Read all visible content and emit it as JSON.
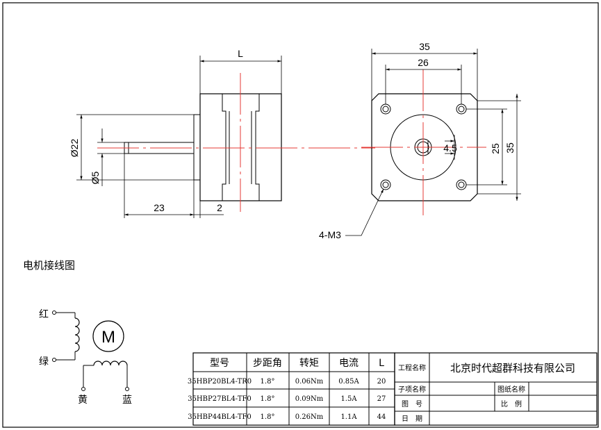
{
  "dimensions": {
    "length": "L",
    "shaft_len": "23",
    "flange_len": "2",
    "dia_boss": "Ø22",
    "dia_shaft": "Ø5",
    "width_outer": "35",
    "hole_spacing_h": "26",
    "hole_spacing_v": "25",
    "height_outer": "35",
    "flat": "4.5",
    "holes": "4-M3"
  },
  "wiring": {
    "title": "电机接线图",
    "motor": "M",
    "red": "红",
    "green": "绿",
    "yellow": "黄",
    "blue": "蓝"
  },
  "spec_table": {
    "headers": [
      "型号",
      "步距角",
      "转矩",
      "电流",
      "L"
    ],
    "rows": [
      [
        "35HBP20BL4-TR0",
        "1.8°",
        "0.06Nm",
        "0.85A",
        "20"
      ],
      [
        "35HBP27BL4-TF0",
        "1.8°",
        "0.09Nm",
        "1.5A",
        "27"
      ],
      [
        "35HBP44BL4-TF0",
        "1.8°",
        "0.26Nm",
        "1.1A",
        "44"
      ]
    ]
  },
  "title_block": {
    "project_label": "工程名称",
    "project_value": "北京时代超群科技有限公司",
    "subproject_label": "子项名称",
    "drawing_name_label": "图纸名称",
    "drawing_no_label": "图　号",
    "scale_label": "比　例",
    "date_label": "日　期"
  }
}
